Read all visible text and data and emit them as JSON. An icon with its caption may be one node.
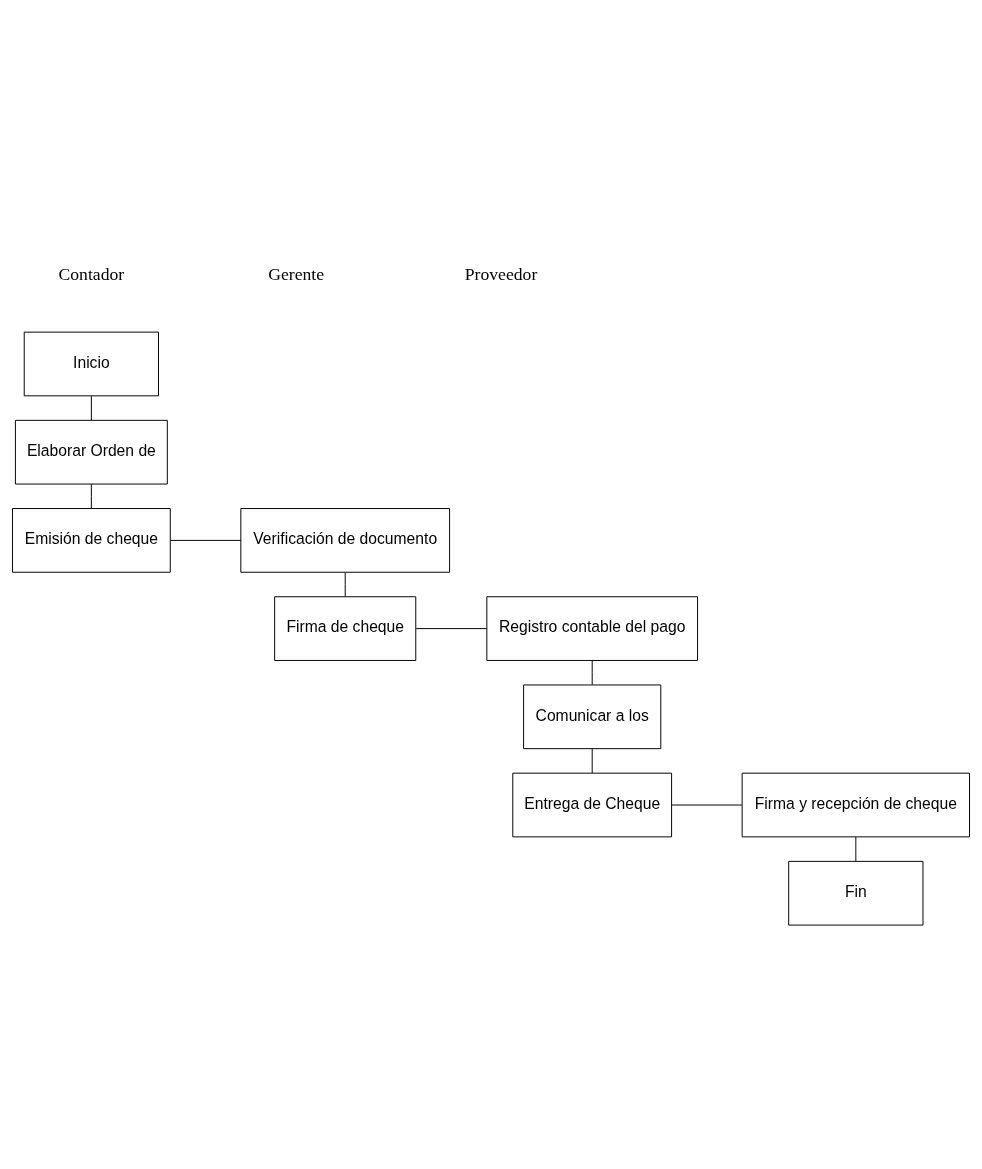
{
  "diagram": {
    "nodes": [
      {
        "text": [
          "Inicio"
        ]
      },
      {
        "text": [
          "Elaborar Orden de"
        ]
      },
      {
        "text": [
          "Emisión de cheque"
        ]
      },
      {
        "text": [
          "Verificación de documento"
        ]
      },
      {
        "text": [
          "Firma de cheque"
        ]
      },
      {
        "text": [
          "Registro contable del pago"
        ]
      },
      {
        "text": [
          "Comunicar a los"
        ]
      },
      {
        "text": [
          "Entrega de Cheque"
        ]
      },
      {
        "text": [
          "Firma y recepción de cheque"
        ]
      },
      {
        "text": [
          "Fin"
        ]
      }
    ],
    "edges": [
      {
        "from": 0,
        "to": 1,
        "arrow": "none"
      },
      {
        "from": 1,
        "to": 2,
        "arrow": "none"
      },
      {
        "from": 2,
        "to": 3,
        "arrow": "none"
      },
      {
        "from": 3,
        "to": 4,
        "arrow": "none"
      },
      {
        "from": 4,
        "to": 5,
        "arrow": "none"
      },
      {
        "from": 5,
        "to": 6,
        "arrow": "none"
      },
      {
        "from": 6,
        "to": 7,
        "arrow": "none"
      },
      {
        "from": 7,
        "to": 8,
        "arrow": "none"
      },
      {
        "from": 8,
        "to": 9,
        "arrow": "none"
      }
    ],
    "labels": [
      "Contador",
      "Gerente",
      "Proveedor"
    ]
  }
}
